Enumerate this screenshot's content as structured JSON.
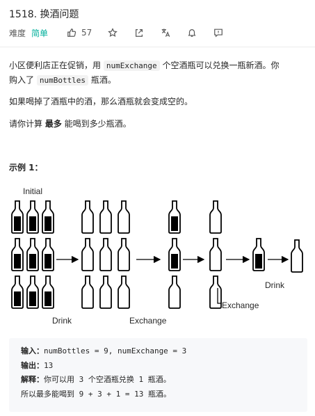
{
  "problem": {
    "title": "1518. 换酒问题",
    "difficulty_label": "难度",
    "difficulty": "简单",
    "likes": "57"
  },
  "icons": [
    "thumbs-up-icon",
    "star-icon",
    "share-icon",
    "translate-icon",
    "bell-icon",
    "feedback-icon"
  ],
  "colors": {
    "easy": "#00af9b",
    "code_bg": "#f2f2f2",
    "pre_bg": "#f7f8fa"
  },
  "description": {
    "p1_a": "小区便利店正在促销，用 ",
    "p1_code1": "numExchange",
    "p1_b": " 个空酒瓶可以兑换一瓶新酒。你",
    "p1_c": "购入了 ",
    "p1_code2": "numBottles",
    "p1_d": " 瓶酒。",
    "p2": "如果喝掉了酒瓶中的酒，那么酒瓶就会变成空的。",
    "p3_a": "请你计算 ",
    "p3_b": "最多",
    "p3_c": " 能喝到多少瓶酒。"
  },
  "example": {
    "heading": "示例 1：",
    "diagram_labels": {
      "initial": "Initial",
      "drink1": "Drink",
      "exchange1": "Exchange",
      "exchange2": "Exchange",
      "drink2": "Drink"
    },
    "input_label": "输入：",
    "input_value": "numBottles = 9, numExchange = 3",
    "output_label": "输出：",
    "output_value": "13",
    "explain_label": "解释：",
    "explain_1": "你可以用 3 个空酒瓶兑换 1 瓶酒。",
    "explain_2": "所以最多能喝到 9 + 3 + 1 = 13 瓶酒。"
  }
}
